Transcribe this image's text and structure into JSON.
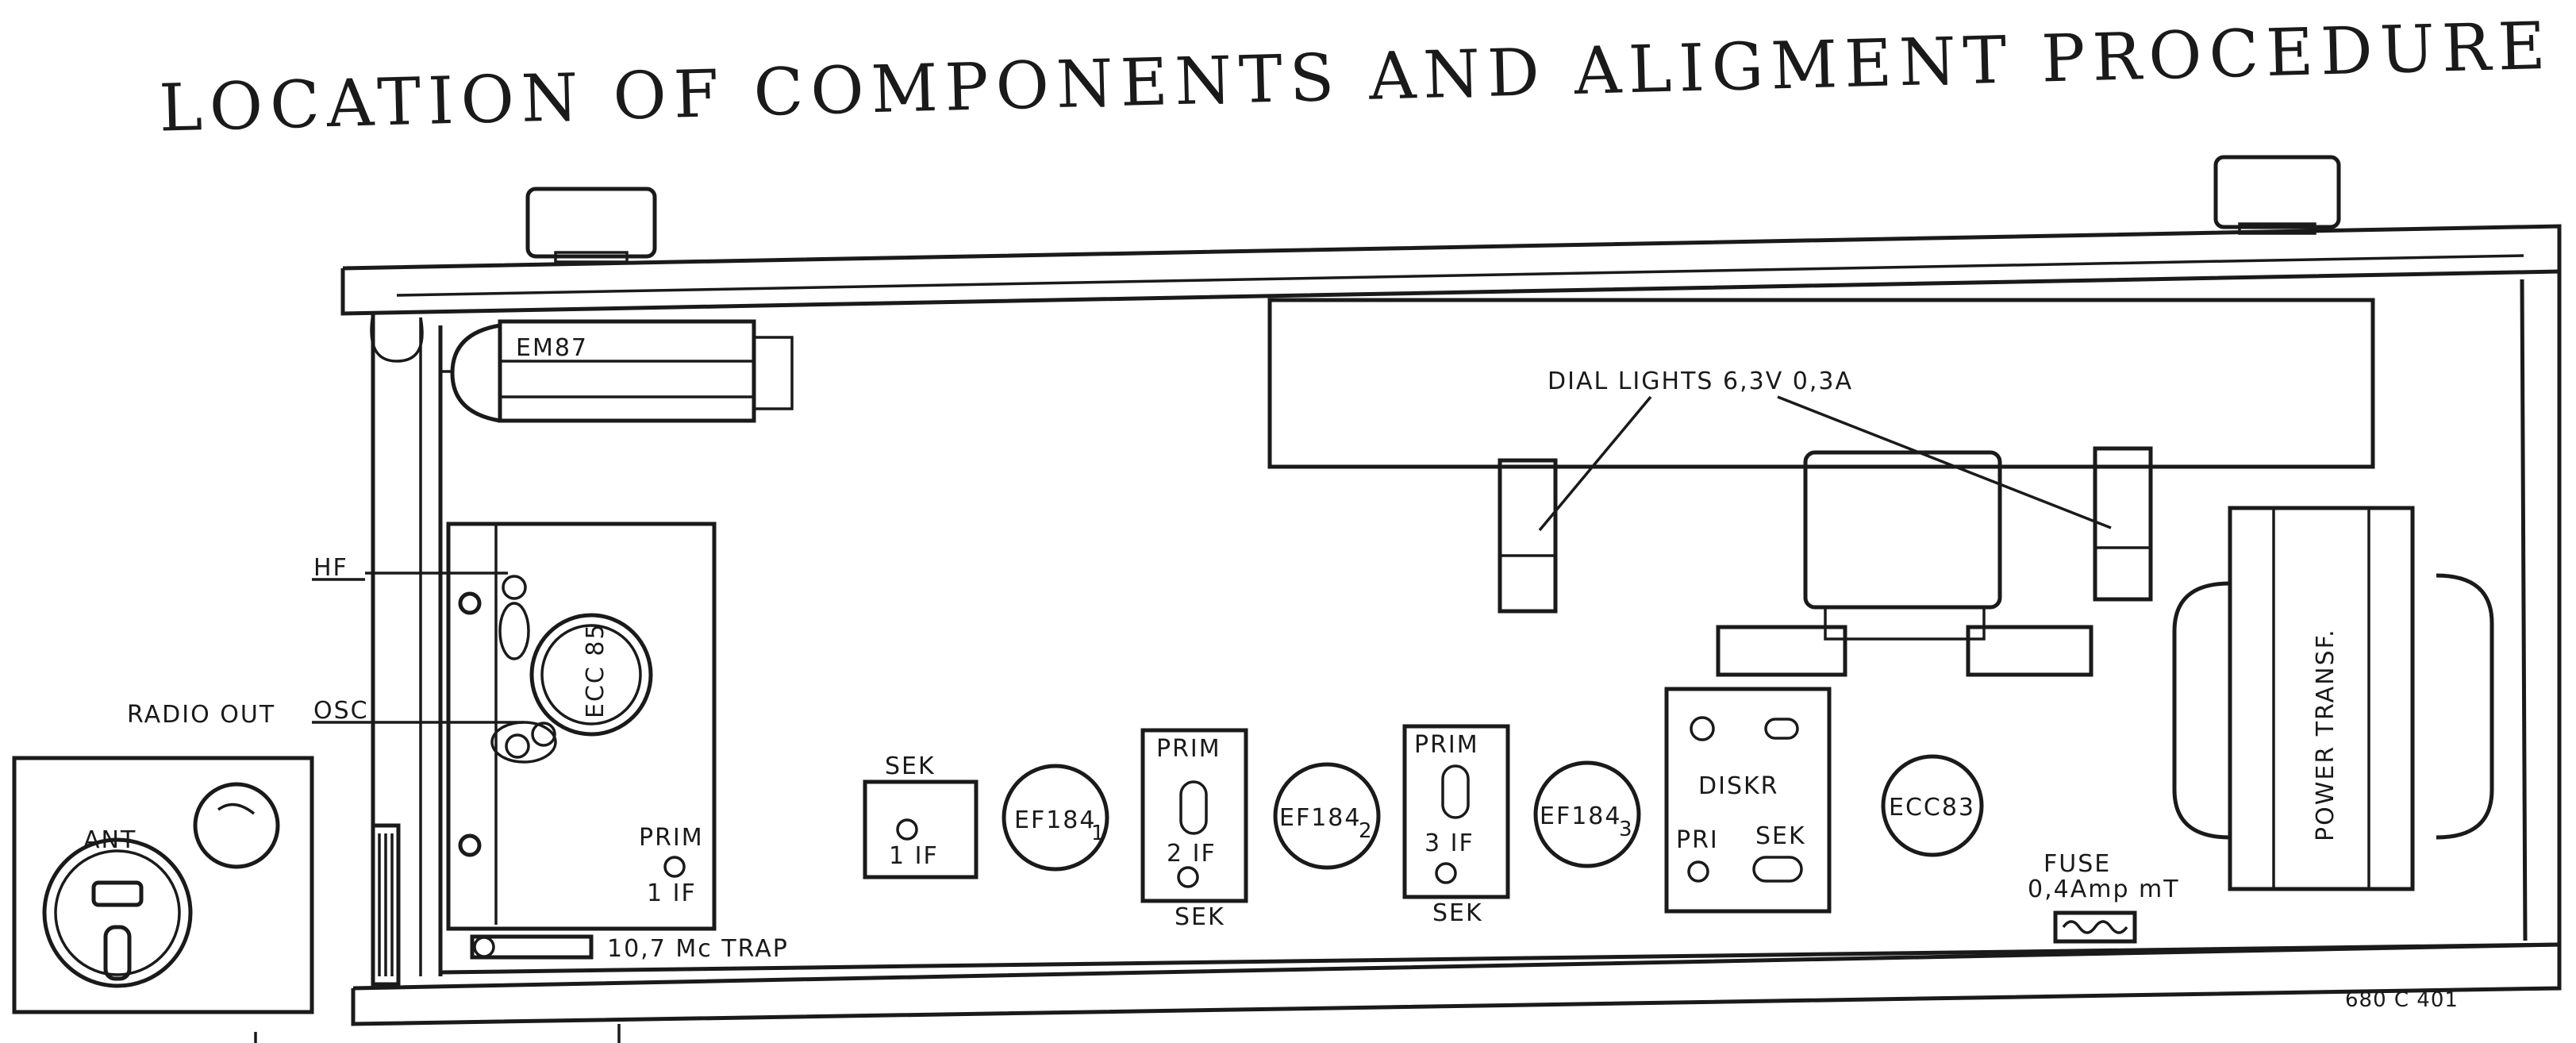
{
  "title": "LOCATION OF COMPONENTS AND ALIGMENT PROCEDURE",
  "labels": {
    "em87": "EM87",
    "dial_lights": "DIAL LIGHTS 6,3V  0,3A",
    "hf": "HF",
    "radio_out": "RADIO  OUT",
    "osc": "OSC",
    "ecc85": "ECC 85",
    "prim_1if_prim": "PRIM",
    "prim_1if_if": "1 IF",
    "trap": "10,7 Mc  TRAP",
    "ant": "ANT",
    "sek_1if_sek": "SEK",
    "sek_1if_if": "1 IF",
    "ef184_1": "EF184",
    "ef184_1_sub": "1",
    "if2_prim": "PRIM",
    "if2_if": "2 IF",
    "if2_sek": "SEK",
    "ef184_2": "EF184",
    "ef184_2_sub": "2",
    "if3_prim": "PRIM",
    "if3_if": "3 IF",
    "if3_sek": "SEK",
    "ef184_3": "EF184",
    "ef184_3_sub": "3",
    "diskr": "DISKR",
    "diskr_pri": "PRI",
    "diskr_sek": "SEK",
    "ecc83": "ECC83",
    "fuse": "FUSE",
    "fuse_rating": "0,4Amp mT",
    "power_transf": "POWER TRANSF.",
    "drawing_no": "680 C 401"
  }
}
